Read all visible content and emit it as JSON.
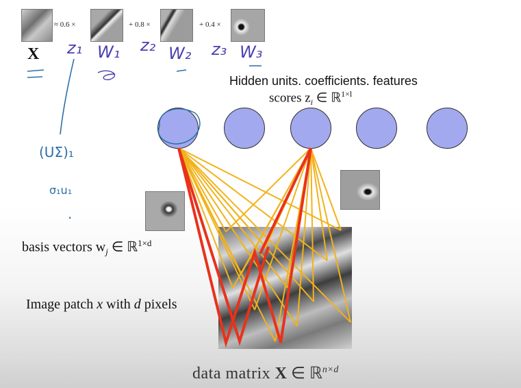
{
  "equation": {
    "x_label": "X",
    "approx": "≈ 0.6 ×",
    "plus1": "+ 0.8 ×",
    "plus2": "+ 0.4 ×"
  },
  "handwriting": {
    "z1": "z₁",
    "w1": "W₁",
    "z2": "z₂",
    "w2": "W₂",
    "z3": "z₃",
    "w3": "W₃",
    "note1": "(UΣ)₁",
    "note2": "σ₁u₁",
    "dot": "·"
  },
  "hidden": {
    "title": "Hidden units. coefficients. features",
    "scores": "scores z",
    "scores_sub": "i",
    "scores_in": " ∈ ℝ",
    "scores_sup": "1×l"
  },
  "basis": {
    "label": "basis vectors w",
    "sub": "j",
    "in": " ∈ ℝ",
    "sup": "1×d"
  },
  "patch": {
    "label_pre": "Image patch ",
    "label_x": "x",
    "label_mid": " with ",
    "label_d": "d",
    "label_post": " pixels"
  },
  "data_matrix": {
    "label": "data matrix ",
    "x": "X",
    "in": " ∈ ℝ",
    "sup": "n×d"
  },
  "colors": {
    "node_fill": "#a3a9ee",
    "red_lines": "#e8321c",
    "yellow_lines": "#f2b21a",
    "handwriting_purple": "#4a3fb0",
    "handwriting_blue": "#2b6fa8"
  }
}
